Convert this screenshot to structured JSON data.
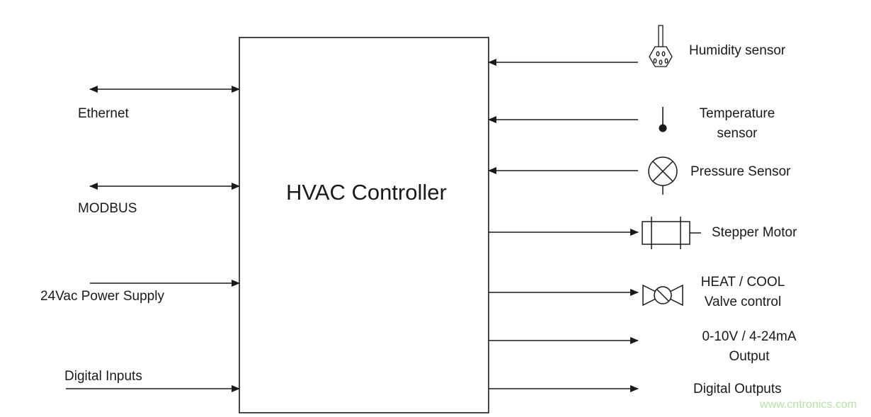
{
  "controller": {
    "label": "HVAC Controller"
  },
  "left_io": {
    "ethernet": "Ethernet",
    "modbus": "MODBUS",
    "power": "24Vac Power Supply",
    "digital_inputs": "Digital Inputs"
  },
  "right_io": {
    "humidity": "Humidity sensor",
    "temperature_line1": "Temperature",
    "temperature_line2": "sensor",
    "pressure": "Pressure Sensor",
    "stepper": "Stepper Motor",
    "valve_line1": "HEAT / COOL",
    "valve_line2": "Valve control",
    "analog_line1": "0-10V / 4-24mA",
    "analog_line2": "Output",
    "digital_outputs": "Digital Outputs"
  },
  "watermark": {
    "text": "www.cntronics.com",
    "color": "#b7e3a5"
  },
  "colors": {
    "line": "#1a1a1a",
    "text": "#1a1a1a"
  }
}
